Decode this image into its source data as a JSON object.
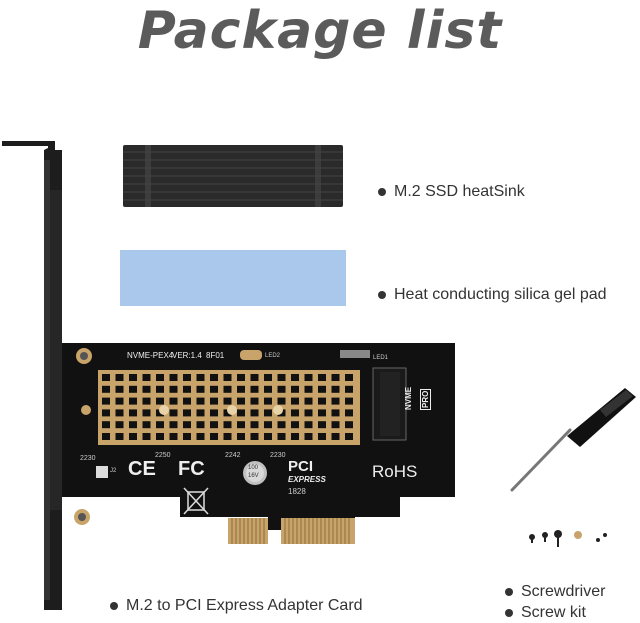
{
  "title": "Package list",
  "items": {
    "heatsink": "M.2 SSD heatSink",
    "pad": "Heat conducting silica gel pad",
    "card": "M.2 to PCI Express Adapter Card",
    "screwdriver": "Screwdriver",
    "screwkit": "Screw kit"
  },
  "board": {
    "model": "NVME-PEX4",
    "version": "VER:1.4",
    "batch": "8F01",
    "led": "LED2",
    "led_b": "LED1",
    "slot_2230_left": "2230",
    "slot_2250": "2250",
    "slot_2242": "2242",
    "slot_2230": "2230",
    "j_label": "J2",
    "pci": "PCI",
    "express": "EXPRESS",
    "code": "1828",
    "rohs": "RoHS",
    "nvme": "NVME",
    "pro": "PRO",
    "ce": "CE",
    "fc": "FC",
    "cap_value": "100",
    "cap_voltage": "16V"
  },
  "colors": {
    "board": "#111111",
    "gold": "#c9a46a",
    "heatsink": "#2a2a2a",
    "pad": "#a9c8ec",
    "title": "#5b5b5b"
  }
}
